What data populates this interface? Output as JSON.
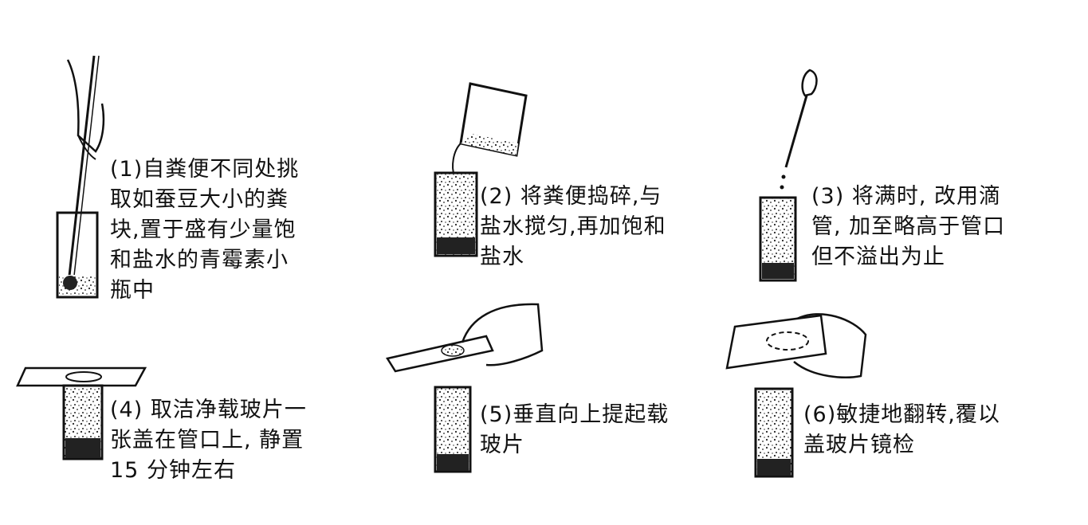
{
  "steps": [
    {
      "lines": [
        "(1)自粪便不同处挑",
        "取如蚕豆大小的粪",
        "块,置于盛有少量饱",
        "和盐水的青霉素小",
        "瓶中"
      ]
    },
    {
      "lines": [
        "(2) 将粪便捣碎,与",
        "盐水搅匀,再加饱和",
        "盐水"
      ]
    },
    {
      "lines": [
        "(3) 将满时, 改用滴",
        "管, 加至略高于管口",
        "但不溢出为止"
      ]
    },
    {
      "lines": [
        "(4) 取洁净载玻片一",
        "张盖在管口上, 静置",
        "15 分钟左右"
      ]
    },
    {
      "lines": [
        "(5)垂直向上提起载",
        "玻片"
      ]
    },
    {
      "lines": [
        "(6)敏捷地翻转,覆以",
        "盖玻片镜检"
      ]
    }
  ]
}
